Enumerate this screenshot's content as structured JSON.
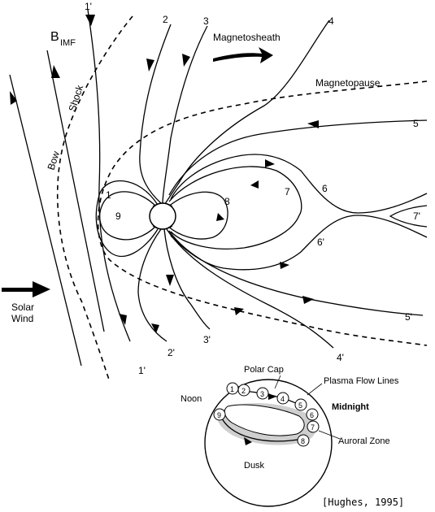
{
  "labels": {
    "b_imf_main": "B",
    "b_imf_sub": "IMF",
    "bow": "Bow",
    "shock": "Shock",
    "solar_wind_1": "Solar",
    "solar_wind_2": "Wind",
    "magnetosheath": "Magnetosheath",
    "magnetopause": "Magnetopause",
    "polar_cap": "Polar Cap",
    "plasma_flow_lines": "Plasma Flow Lines",
    "noon": "Noon",
    "midnight": "Midnight",
    "auroral_zone": "Auroral Zone",
    "dusk": "Dusk",
    "citation": "[Hughes, 1995]"
  },
  "field_line_numbers": {
    "n1p_top": "1'",
    "n2": "2",
    "n3": "3",
    "n4": "4",
    "n5": "5",
    "n6": "6",
    "n7": "7",
    "n7p": "7'",
    "n8": "8",
    "n9": "9",
    "n1": "1",
    "n6p": "6'",
    "n5p": "5'",
    "n1p_bottom": "1'",
    "n2p": "2'",
    "n3p": "3'",
    "n4p": "4'"
  },
  "polar_cap_circles": [
    "1",
    "2",
    "3",
    "4",
    "5",
    "6",
    "7",
    "8",
    "9"
  ]
}
